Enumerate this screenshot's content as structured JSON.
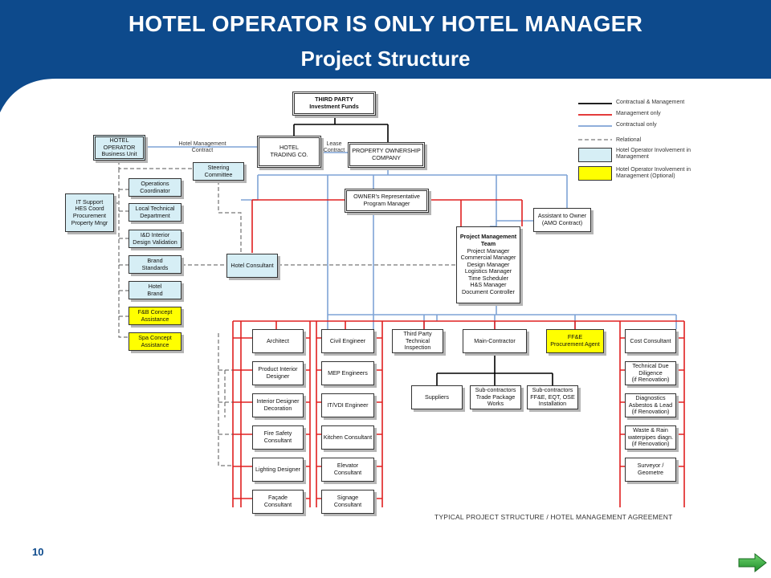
{
  "header": {
    "title": "HOTEL OPERATOR IS ONLY HOTEL MANAGER",
    "subtitle": "Project Structure"
  },
  "colors": {
    "header_blue": "#0d4a8c",
    "contractual_management": "#000000",
    "management_only": "#e02020",
    "contractual_only": "#7fa3d6",
    "involvement_fill": "#d6eef5",
    "optional_fill": "#ffff00"
  },
  "legend": {
    "contractual_management": "Contractual & Management",
    "management_only": "Management only",
    "contractual_only": "Contractual only",
    "relational": "Relational",
    "involvement": "Hotel Operator Involvement in\nManagement",
    "involvement_optional": "Hotel Operator Involvement in\nManagement (Optional)"
  },
  "links": {
    "hotel_mgmt_contract": "Hotel Management\nContract",
    "lease_contract": "Lease\nContract"
  },
  "nodes": {
    "third_party_funds": "THIRD PARTY\nInvestment Funds",
    "hotel_operator": "HOTEL\nOPERATOR\nBusiness Unit",
    "hotel_trading": "HOTEL\nTRADING CO.",
    "property_company": "PROPERTY OWNERSHIP\nCOMPANY",
    "steering": "Steering\nCommittee",
    "it_support": "IT Support\nHES Coord\nProcurement\nProperty Mngr",
    "ops_coord": "Operations\nCoordinator",
    "local_tech": "Local Technical\nDepartment",
    "id_interior": "I&D Interior\nDesign Validation",
    "brand_standards": "Brand\nStandards",
    "hotel_brand": "Hotel\nBrand",
    "fb_concept": "F&B Concept\nAssistance",
    "spa_concept": "Spa Concept\nAssistance",
    "owners_rep": "OWNER's Representative\nProgram Manager",
    "assistant_owner": "Assistant to Owner\n(AMO Contract)",
    "pm_team_title": "Project Management\nTeam",
    "pm_team_members": "Project Manager\nCommercial Manager\nDesign Manager\nLogistics Manager\nTime Scheduler\nH&S Manager\nDocument Controller",
    "hotel_consultant": "Hotel Consultant",
    "architect": "Architect",
    "product_interior": "Product Interior\nDesigner",
    "interior_designer": "Interior Designer\nDecoration",
    "fire_safety": "Fire Safety\nConsultant",
    "lighting": "Lighting Designer",
    "facade": "Façade Consultant",
    "civil": "Civil Engineer",
    "mep": "MEP Engineers",
    "it_vdi": "IT/VDI Engineer",
    "kitchen": "Kitchen Consultant",
    "elevator": "Elevator\nConsultant",
    "signage": "Signage\nConsultant",
    "third_party_insp": "Third Party\nTechnical\nInspection",
    "main_contractor": "Main-Contractor",
    "ffe_agent": "FF&E\nProcurement Agent",
    "suppliers": "Suppliers",
    "sub_trade": "Sub-contractors\nTrade Package\nWorks",
    "sub_ffe": "Sub-contractors\nFF&E, EQT, OSE\nInstallation",
    "cost_consultant": "Cost Consultant",
    "tech_dd": "Technical Due\nDiligence\n(if Renovation)",
    "diagnostics": "Diagnostics\nAsbestos & Lead\n(if Renovation)",
    "waste_water": "Waste & Rain\nwaterpipes diagn.\n(if Renovation)",
    "surveyor": "Surveyor /\nGeometre"
  },
  "footer": {
    "caption": "TYPICAL PROJECT STRUCTURE / HOTEL MANAGEMENT AGREEMENT",
    "page_number": "10",
    "next_icon": "next-arrow-icon"
  }
}
